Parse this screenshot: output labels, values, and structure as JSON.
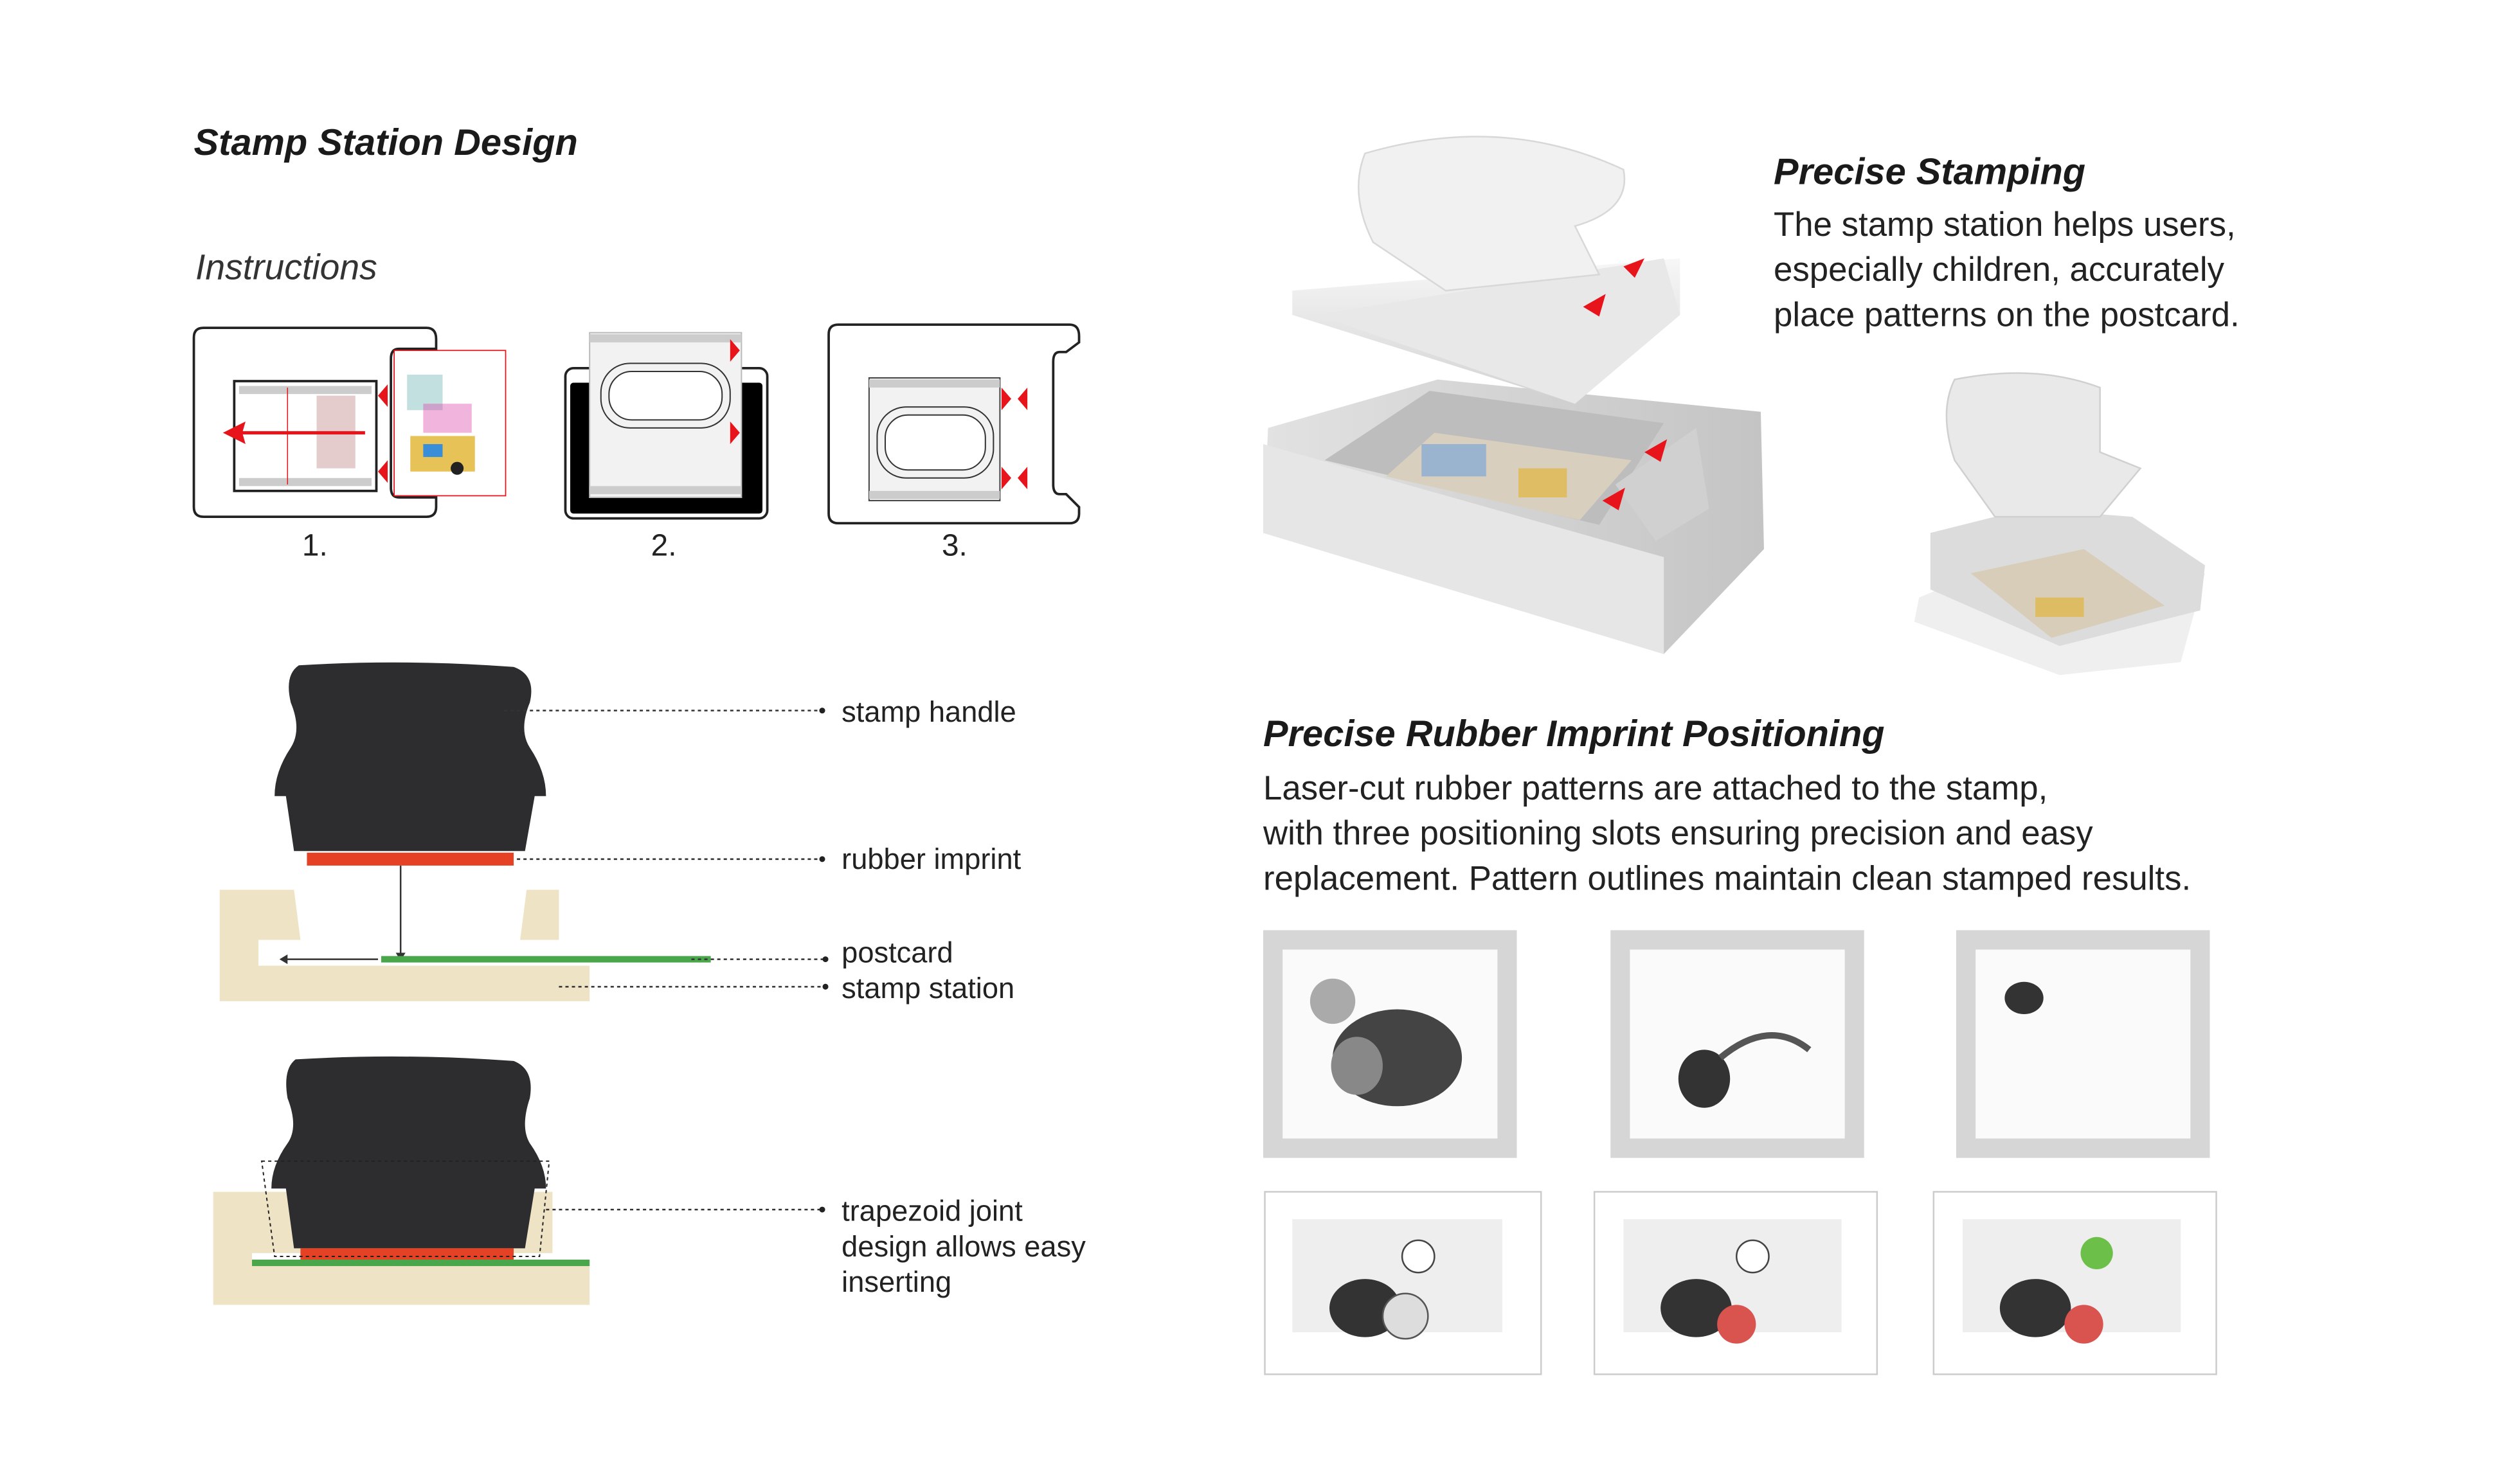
{
  "left": {
    "title": "Stamp Station Design",
    "instructions_heading": "Instructions",
    "steps": [
      "1.",
      "2.",
      "3."
    ],
    "callouts": {
      "stamp_handle": "stamp handle",
      "rubber_imprint": "rubber imprint",
      "postcard": "postcard",
      "stamp_station": "stamp station",
      "trapezoid": [
        "trapezoid joint",
        "design allows easy",
        "inserting"
      ]
    }
  },
  "right": {
    "precise_stamping": {
      "title": "Precise Stamping",
      "lines": [
        "The stamp station helps users,",
        "especially children, accurately",
        "place patterns on the postcard."
      ]
    },
    "positioning": {
      "title": "Precise Rubber Imprint Positioning",
      "lines": [
        "Laser-cut rubber patterns are attached to the stamp,",
        "with three positioning slots ensuring precision and easy",
        "replacement. Pattern outlines maintain clean stamped results."
      ]
    }
  },
  "colors": {
    "rubber": "#e54124",
    "postcard": "#4aa64a",
    "station": "#efe3c6",
    "handle": "#2d2d2f",
    "arrow": "#e8141b"
  }
}
